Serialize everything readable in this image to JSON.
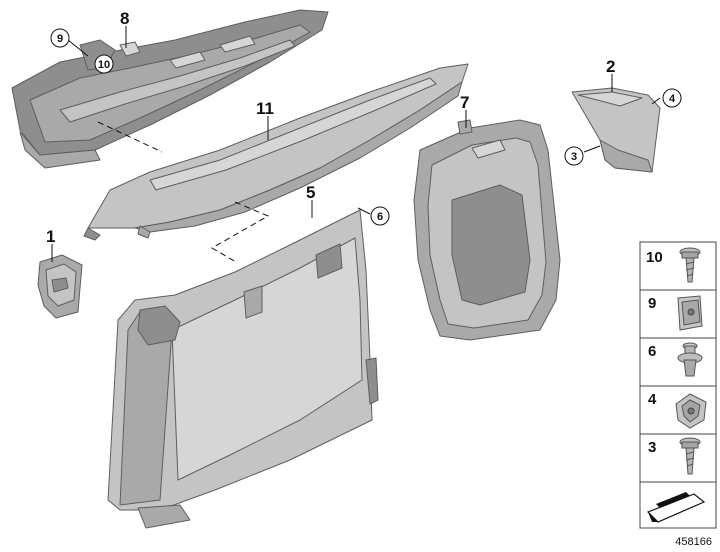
{
  "callouts": {
    "p1": "1",
    "p2": "2",
    "p3": "3",
    "p4": "4",
    "p5": "5",
    "p6": "6",
    "p7": "7",
    "p8": "8",
    "p9": "9",
    "p10": "10",
    "p11": "11"
  },
  "legend": {
    "items": [
      "10",
      "9",
      "6",
      "4",
      "3"
    ]
  },
  "diagram_number": "458166"
}
